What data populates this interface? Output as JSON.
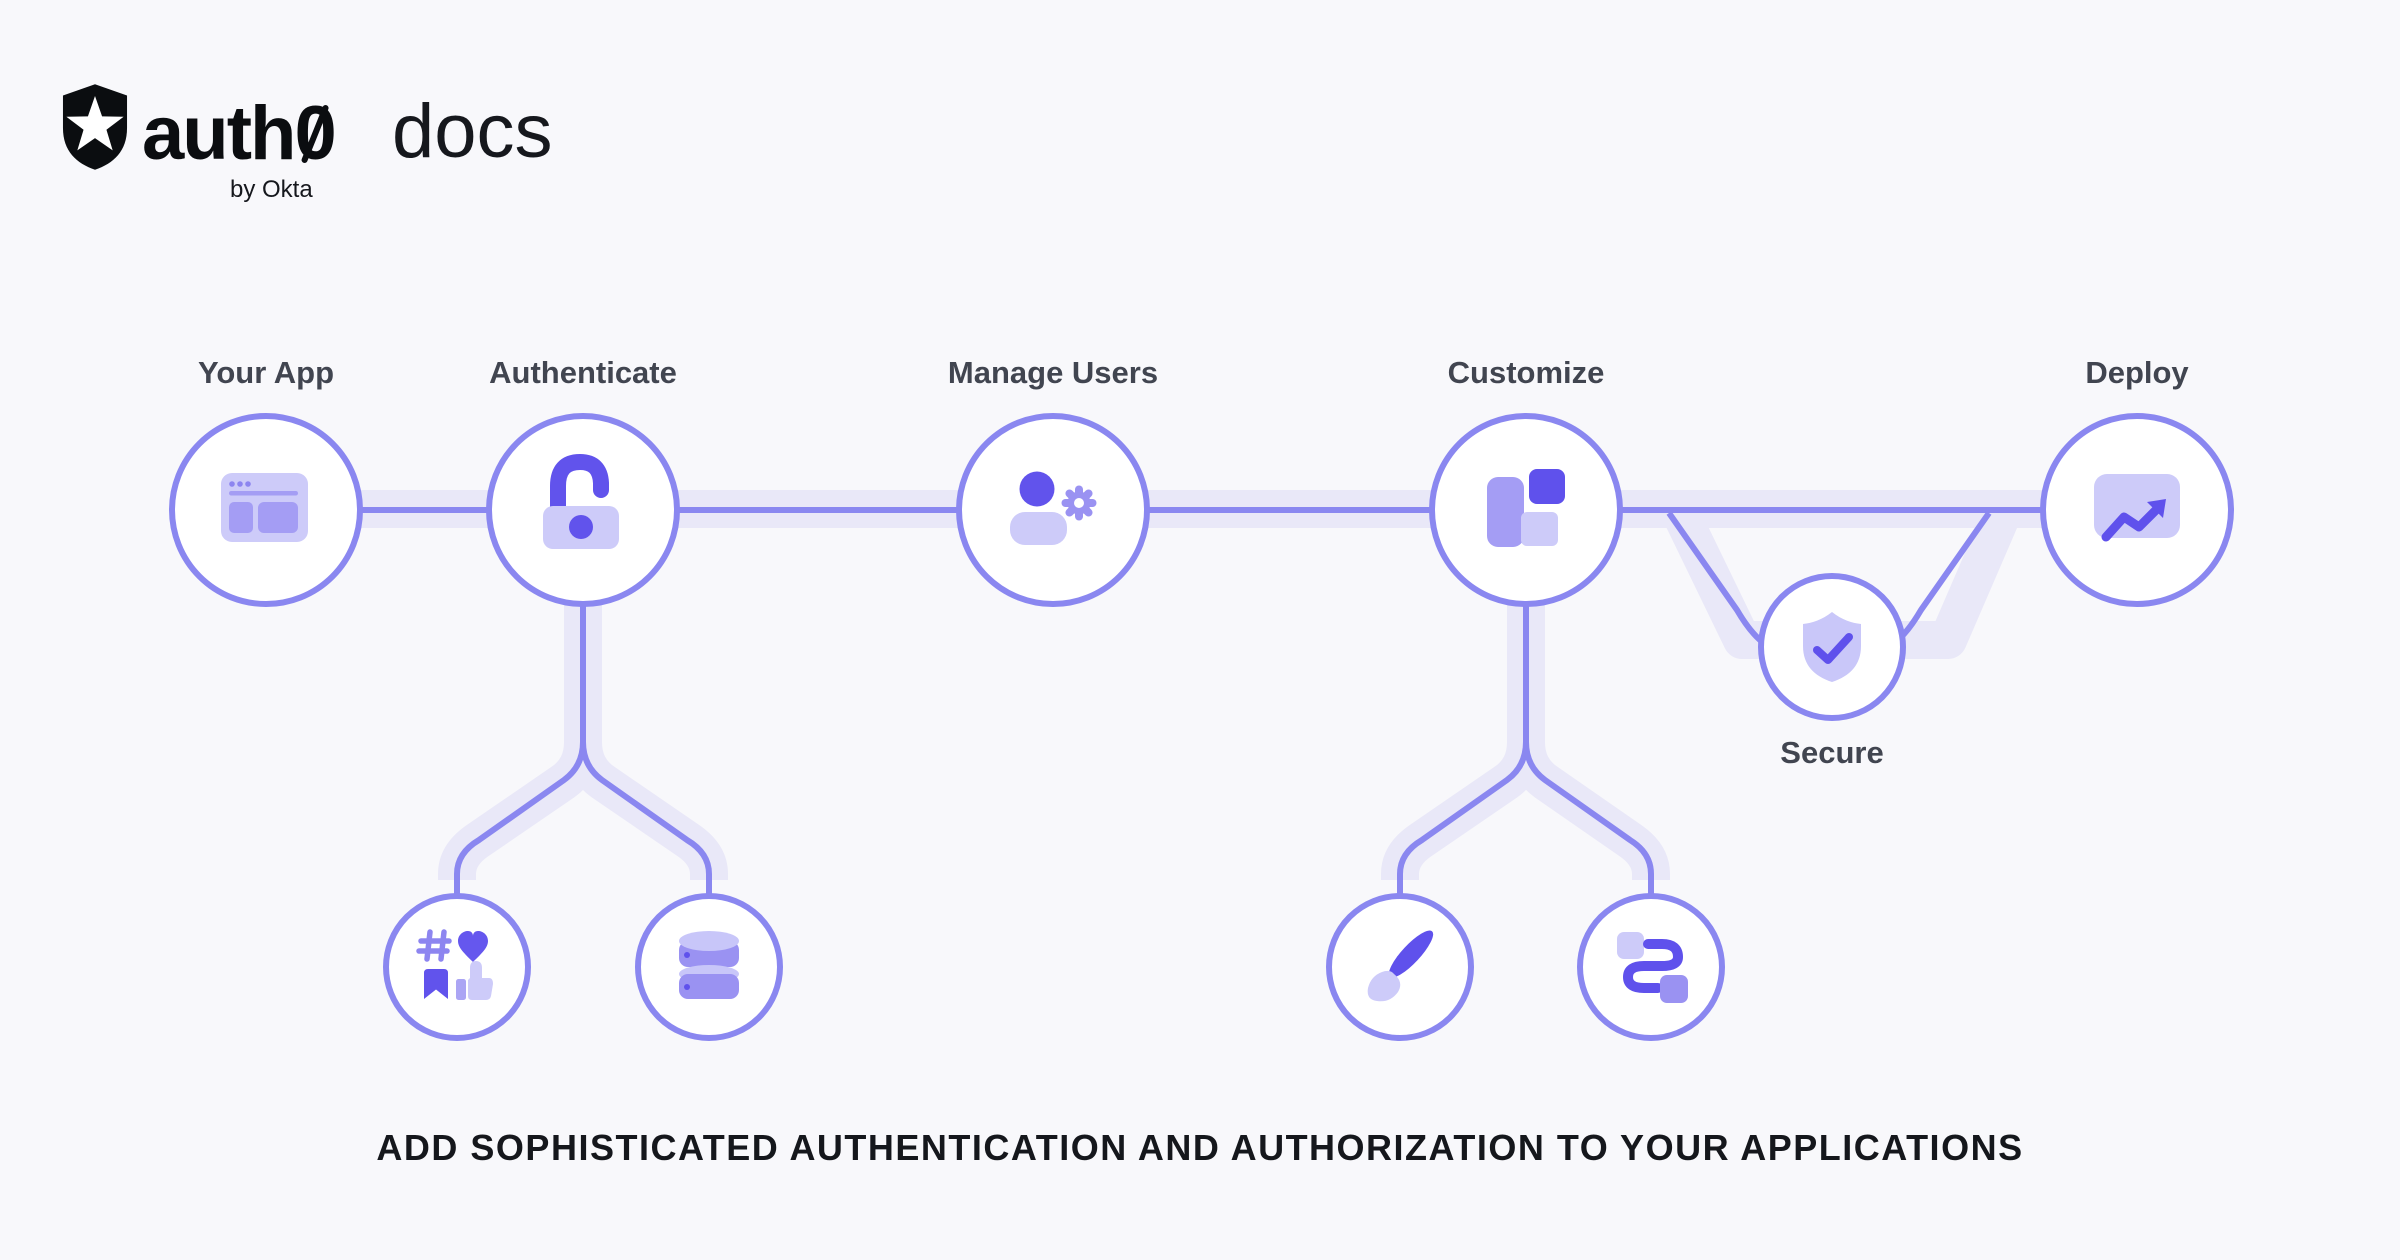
{
  "header": {
    "logo_icon": "auth0-shield-star-icon",
    "brand_prefix": "auth",
    "brand_zero": "0",
    "product": "docs",
    "byline": "by Okta"
  },
  "diagram": {
    "main_nodes": [
      {
        "label": "Your App",
        "icon": "browser-window-icon"
      },
      {
        "label": "Authenticate",
        "icon": "open-padlock-icon"
      },
      {
        "label": "Manage Users",
        "icon": "user-gear-icon"
      },
      {
        "label": "Customize",
        "icon": "layout-blocks-icon"
      },
      {
        "label": "Deploy",
        "icon": "trend-up-chart-icon"
      }
    ],
    "secure_node": {
      "label": "Secure",
      "icon": "shield-check-icon"
    },
    "authenticate_children": [
      {
        "icon": "social-engagement-icon"
      },
      {
        "icon": "database-icon"
      }
    ],
    "customize_children": [
      {
        "icon": "paintbrush-icon"
      },
      {
        "icon": "workflow-connector-icon"
      }
    ]
  },
  "footer": {
    "headline": "ADD SOPHISTICATED AUTHENTICATION AND AUTHORIZATION TO YOUR APPLICATIONS"
  },
  "colors": {
    "background": "#F8F8FB",
    "line_purple": "#8A87F0",
    "band_lavender": "#E9E8F8",
    "icon_dark": "#6153EC",
    "icon_medium": "#9A92F2",
    "icon_light": "#CDCBF9",
    "label_text": "#414550",
    "headline_text": "#15171C",
    "logo_black": "#0B0D10"
  }
}
